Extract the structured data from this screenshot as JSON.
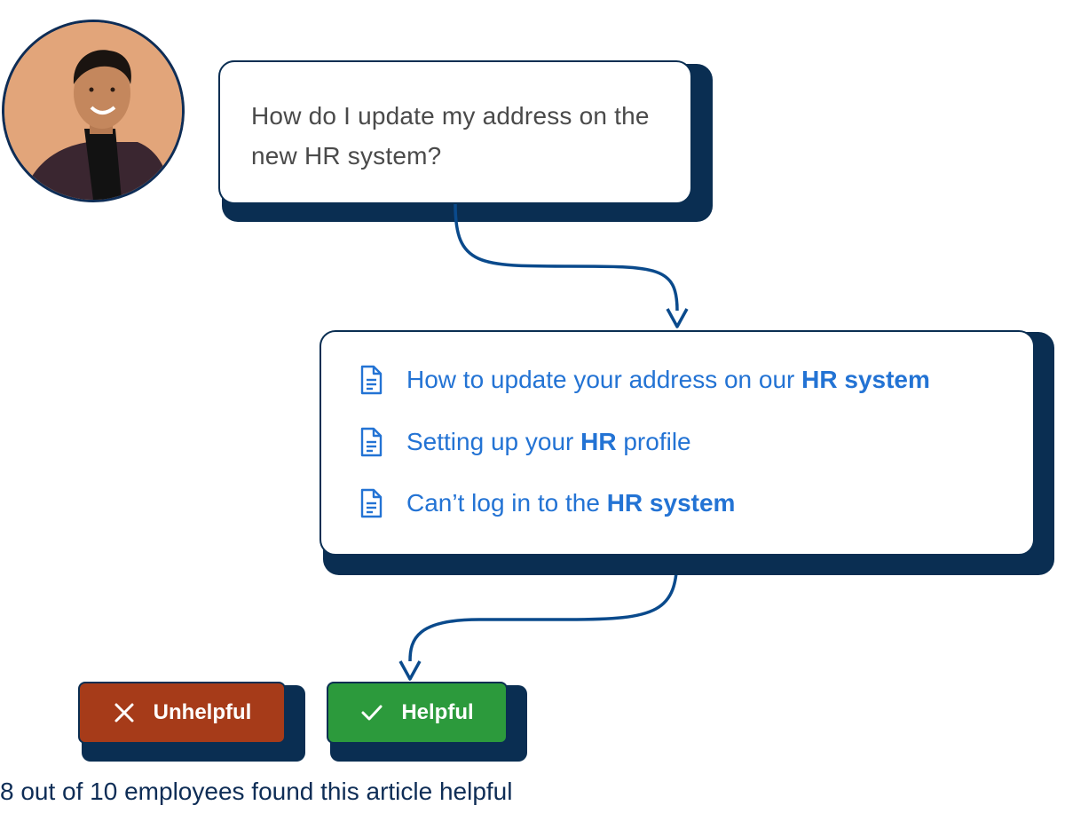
{
  "question": {
    "text": "How do I update my address on the new HR system?"
  },
  "results": [
    {
      "pre": "How to update your address on our ",
      "bold": "HR system",
      "post": "",
      "icon": "document-icon"
    },
    {
      "pre": "Setting up your ",
      "bold": "HR",
      "post": " profile",
      "icon": "document-icon"
    },
    {
      "pre": "Can’t log in to the ",
      "bold": "HR system",
      "post": "",
      "icon": "document-icon"
    }
  ],
  "feedback": {
    "unhelpful_label": "Unhelpful",
    "unhelpful_icon": "close-icon",
    "helpful_label": "Helpful",
    "helpful_icon": "check-icon",
    "summary": "8 out of 10 employees found this article helpful"
  },
  "colors": {
    "navy": "#0a2e52",
    "link_blue": "#2373d4",
    "unhelpful_red": "#a63b19",
    "helpful_green": "#2c9a3c",
    "avatar_bg": "#e2a57a"
  }
}
